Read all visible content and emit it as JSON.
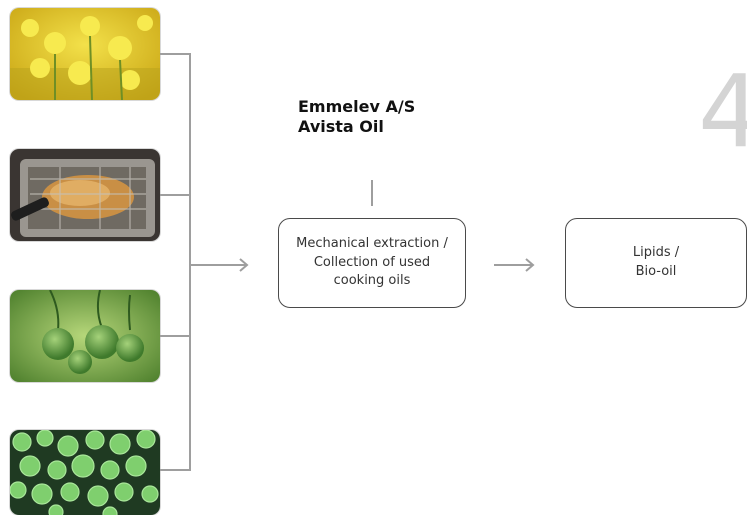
{
  "feedstocks": [
    {
      "name": "rapeseed-field",
      "icon": "rapeseed-flower-photo"
    },
    {
      "name": "deep-fryer",
      "icon": "deep-fryer-photo"
    },
    {
      "name": "jatropha-fruit",
      "icon": "green-fruit-photo"
    },
    {
      "name": "microalgae",
      "icon": "algae-cells-photo"
    }
  ],
  "company": {
    "line1": "Emmelev A/S",
    "line2": "Avista Oil"
  },
  "process_box": {
    "line1": "Mechanical extraction /",
    "line2": "Collection of used",
    "line3": "cooking oils"
  },
  "product_box": {
    "line1": "Lipids /",
    "line2": "Bio-oil"
  },
  "step_number": "4",
  "colors": {
    "connector": "#9e9e9e",
    "box_border": "#4a4a4a",
    "step_number": "#d4d4d4"
  }
}
